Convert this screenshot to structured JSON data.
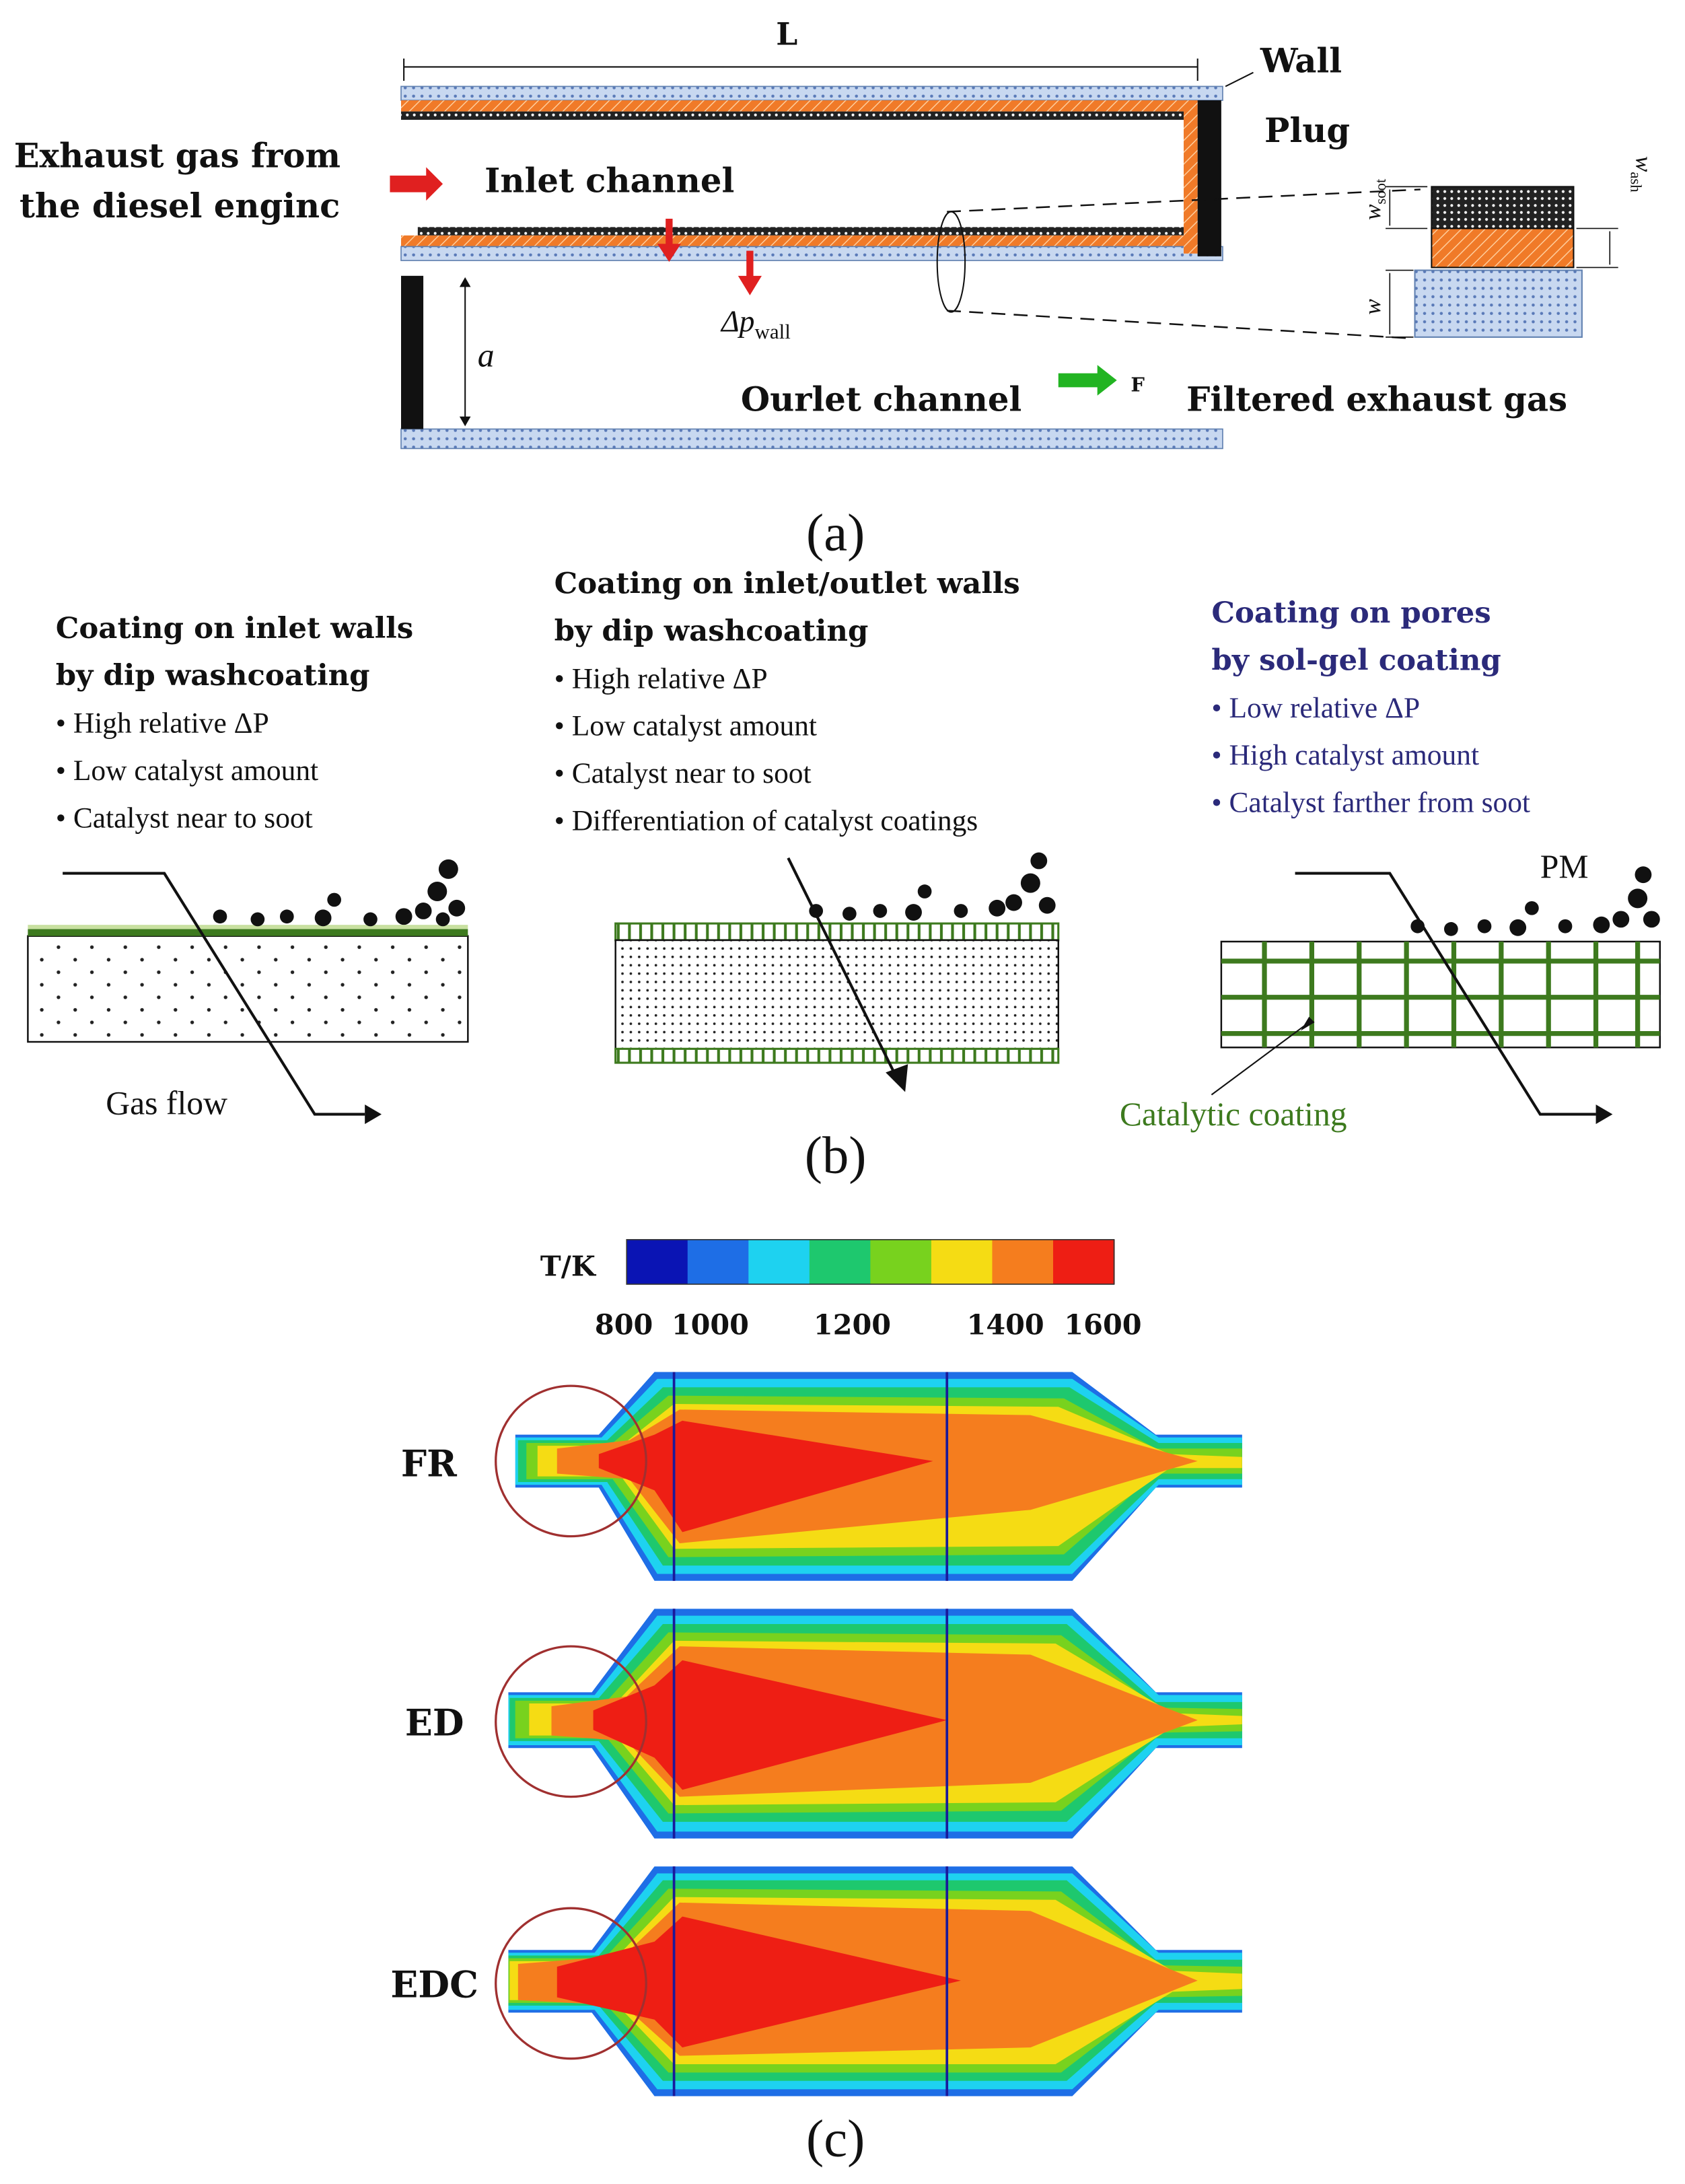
{
  "panel_a": {
    "caption": "(a)",
    "length_label": "L",
    "wall_label": "Wall",
    "plug_label": "Plug",
    "exhaust_in_line1": "Exhaust gas from",
    "exhaust_in_line2": "the diesel enginc",
    "inlet_label": "Inlet channel",
    "outlet_label": "Ourlet channel",
    "filtered_label": "Filtered exhaust gas",
    "flow_marker": "F",
    "dp_base": "Δp",
    "dp_sub": "wall",
    "a_label": "a",
    "w_soot_base": "w",
    "w_soot_sub": "soot",
    "w_ash_base": "w",
    "w_ash_sub": "ash",
    "w_label": "w"
  },
  "panel_b": {
    "caption": "(b)",
    "col1": {
      "title1": "Coating on inlet walls",
      "title2": "by dip washcoating",
      "bullets": [
        "• High relative ΔP",
        "• Low catalyst amount",
        "• Catalyst near to soot"
      ],
      "flow_label": "Gas flow"
    },
    "col2": {
      "title1": "Coating on inlet/outlet walls",
      "title2": "by dip washcoating",
      "bullets": [
        "• High relative ΔP",
        "• Low catalyst amount",
        "• Catalyst near to soot",
        "• Differentiation of catalyst coatings"
      ]
    },
    "col3": {
      "title1": "Coating on pores",
      "title2": "by sol-gel coating",
      "bullets": [
        "• Low relative ΔP",
        "• High catalyst amount",
        "• Catalyst farther from soot"
      ],
      "pm_label": "PM",
      "coating_label": "Catalytic coating"
    }
  },
  "panel_c": {
    "caption": "(c)",
    "colorbar_title": "T/K",
    "colorbar_ticks": [
      "800",
      "1000",
      "1200",
      "1400",
      "1600"
    ],
    "colorbar_colors": [
      "#0a14b4",
      "#1e6ee6",
      "#1ed2f0",
      "#1ec86e",
      "#78d21e",
      "#f5dc14",
      "#f57d1e",
      "#ee1e14"
    ],
    "contours": [
      {
        "label": "FR"
      },
      {
        "label": "ED"
      },
      {
        "label": "EDC"
      }
    ]
  },
  "colors": {
    "wall_fill": "#c8d8f0",
    "coating_orange": "#f07a28",
    "soot_black": "#111111",
    "catalyst_green": "#3d7a1e",
    "arrow_red": "#e02020",
    "arrow_green": "#22b422",
    "highlight_circle": "#a03030"
  }
}
